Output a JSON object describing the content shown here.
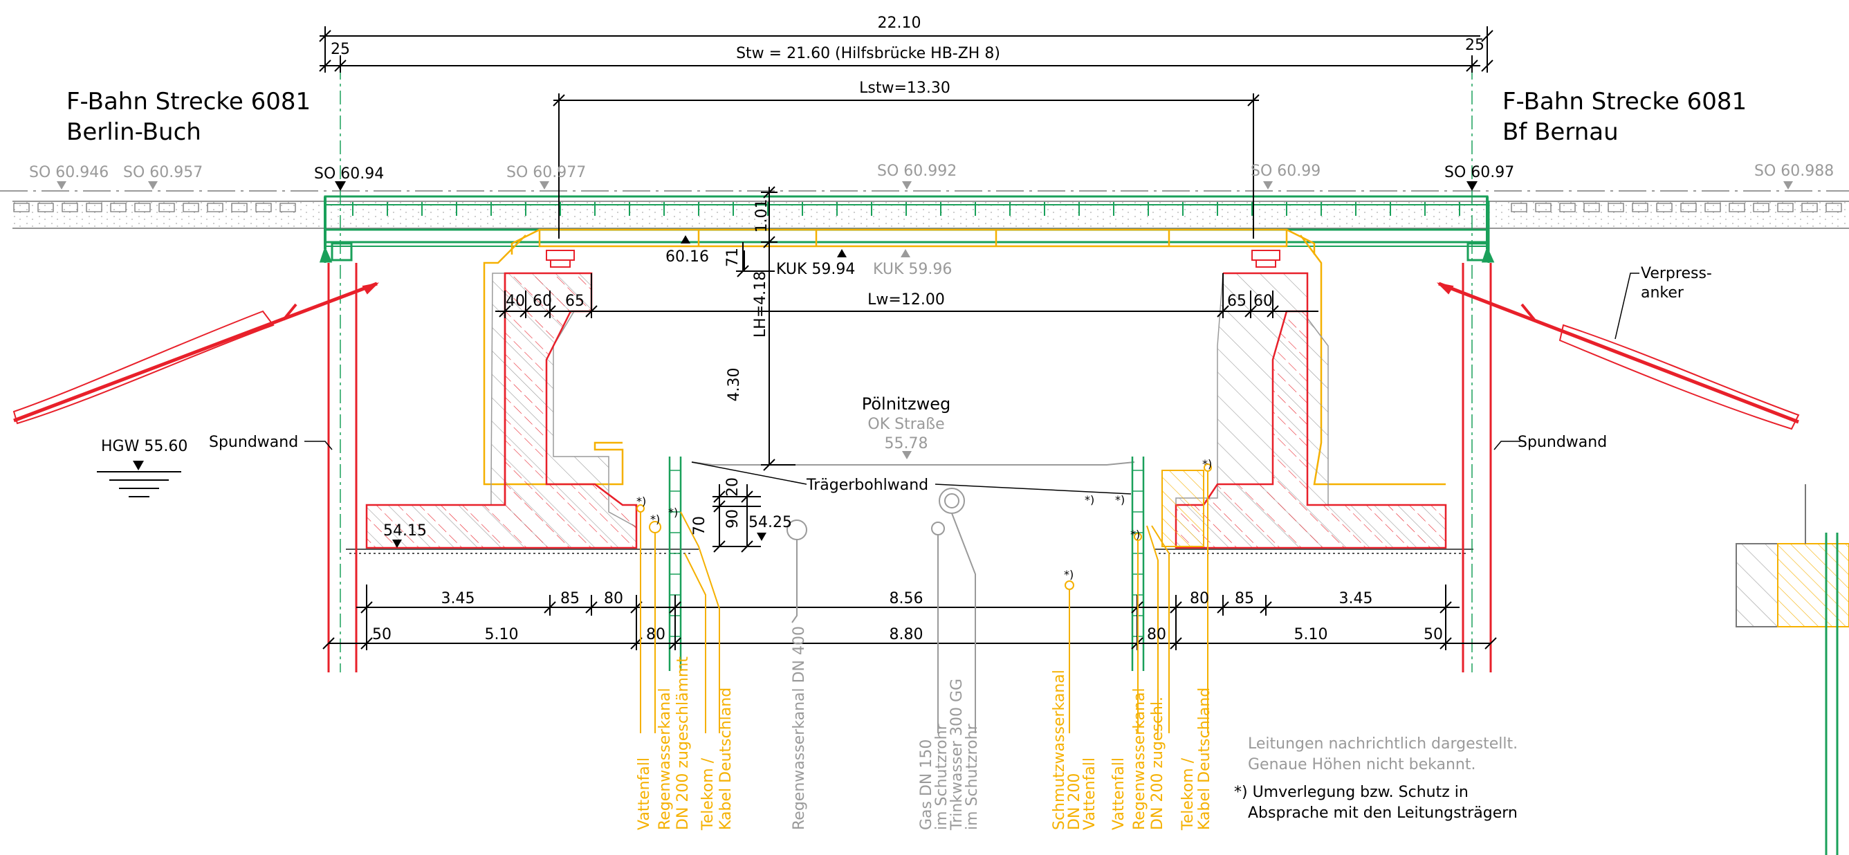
{
  "dims": {
    "overall": "22.10",
    "left_25": "25",
    "right_25": "25",
    "stw": "Stᴡ = 21.60 (Hilfsbrücke HB-ZH 8)",
    "lstw": "Lstw=13.30",
    "lw": "Lw=12.00",
    "d_101": "1.01",
    "d_71": "71",
    "d_lh": "LH=4.18",
    "d_430": "4.30",
    "d_20": "20",
    "d_70": "70",
    "d_90": "90",
    "left_40": "40",
    "left_60": "60",
    "left_65": "65",
    "right_65": "65",
    "right_60": "60",
    "l_345": "3.45",
    "l_85": "85",
    "l_80": "80",
    "l_50": "50",
    "l_510": "5.10",
    "l_80b": "80",
    "mid_856": "8.56",
    "mid_880": "8.80",
    "r_80": "80",
    "r_85": "85",
    "r_345": "3.45",
    "r_80b": "80",
    "r_510": "5.10",
    "r_50": "50"
  },
  "labels": {
    "left_station_1": "F-Bahn Strecke 6081",
    "left_station_2": "Berlin-Buch",
    "right_station_1": "F-Bahn Strecke 6081",
    "right_station_2": "Bf Bernau",
    "so_60946": "SO 60.946",
    "so_60957": "SO 60.957",
    "so_6094": "SO 60.94",
    "so_60977": "SO 60.977",
    "so_60992": "SO 60.992",
    "so_6099": "SO 60.99",
    "so_6097": "SO 60.97",
    "so_60988": "SO 60.988",
    "lvl_6016": "60.16",
    "kuk_5994": "KUK 59.94",
    "kuk_5996": "KUK 59.96",
    "road_name": "Pölnitzweg",
    "road_ok": "OK Straße",
    "road_level": "55.78",
    "traegerbohlwand": "Trägerbohlwand",
    "spundwand_left": "Spundwand",
    "spundwand_right": "Spundwand",
    "hgw": "HGW 55.60",
    "lvl_5415": "54.15",
    "lvl_5425": "54.25",
    "anchor_1": "Verpress-",
    "anchor_2": "anker",
    "star": "*)",
    "note1": "Leitungen nachrichtlich dargestellt.",
    "note2": "Genaue Höhen nicht bekannt.",
    "note3": "*) Umverlegung bzw. Schutz in",
    "note4": "Absprache mit den Leitungsträgern"
  },
  "utilities": {
    "u1": "Vattenfall",
    "u2": "Regenwasserkanal",
    "u3": "DN 200 zugeschlämmt",
    "u4": "Telekom /",
    "u5": "Kabel Deutschland",
    "u6": "Regenwasserkanal DN 400",
    "u7": "Gas DN 150",
    "u8": "im Schutzrohr",
    "u9": "Trinkwasser 300 GG",
    "u10": "im Schutzrohr",
    "u11": "Schmutzwasserkanal",
    "u12": "DN 200",
    "u13": "Vattenfall",
    "u14": "Vattenfall",
    "u15": "Regenwasserkanal",
    "u16": "DN 200 zugeschl.",
    "u17": "Telekom /",
    "u18": "Kabel Deutschland"
  },
  "colors": {
    "red": "#e8202a",
    "orange": "#f5b000",
    "green": "#1aa05a",
    "gray": "#9a9a9a",
    "black": "#000000"
  }
}
